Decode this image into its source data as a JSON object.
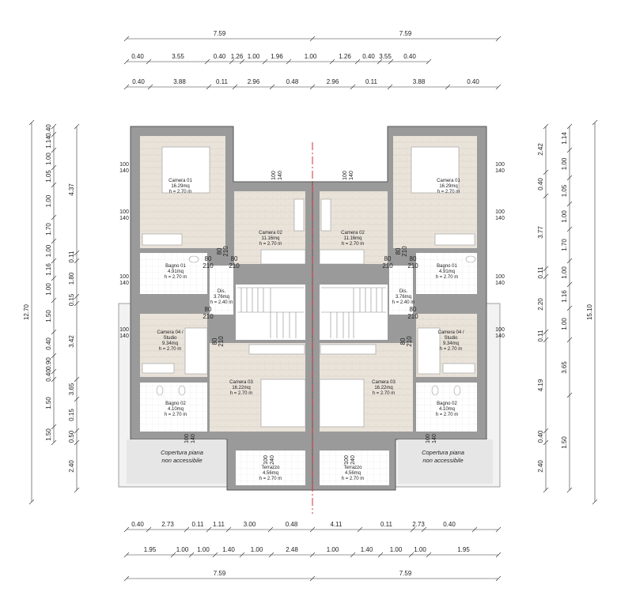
{
  "top_dims": {
    "row1": [
      "7.59",
      "7.59"
    ],
    "row2": [
      "0.40",
      "3.55",
      "0.40",
      "1.26",
      "1.00",
      "1.96",
      "1.00",
      "1.26",
      "0.40",
      "3.55",
      "0.40"
    ],
    "row3": [
      "0.40",
      "3.88",
      "0.11",
      "2.96",
      "0.48",
      "2.96",
      "0.11",
      "3.88",
      "0.40"
    ]
  },
  "bottom_dims": {
    "row1": [
      "0.40",
      "2.73",
      "0.11",
      "1.11",
      "3.00",
      "0.48",
      "4.11",
      "0.11",
      "2.73",
      "0.40"
    ],
    "row2": [
      "1.95",
      "1.00",
      "1.00",
      "1.40",
      "1.00",
      "2.48",
      "1.00",
      "1.40",
      "1.00",
      "1.00",
      "1.95"
    ],
    "row3": [
      "7.59",
      "7.59"
    ]
  },
  "left_dims": {
    "total": "12.70",
    "mid": [
      "4.37",
      "0.11",
      "1.80",
      "0.15",
      "3.42",
      "3.65",
      "0.15",
      "0.50",
      "2.40"
    ],
    "inner": [
      "0.40",
      "1.14",
      "1.00",
      "1.05",
      "1.00",
      "1.70",
      "1.00",
      "1.16",
      "1.00",
      "1.50",
      "0.40",
      "0.90",
      "0.40",
      "1.50",
      "1.50"
    ]
  },
  "right_dims": {
    "total": "15.10",
    "mid": [
      "2.42",
      "0.40",
      "3.77",
      "0.11",
      "2.20",
      "0.11",
      "4.19",
      "0.40",
      "2.40"
    ],
    "inner": [
      "1.14",
      "1.00",
      "1.05",
      "1.00",
      "1.70",
      "1.00",
      "1.16",
      "1.00",
      "3.65",
      "1.50"
    ]
  },
  "rooms_left": {
    "camera01": [
      "Camera 01",
      "16.29mq",
      "h = 2.70 m"
    ],
    "camera02": [
      "Camera 02",
      "11.16mq",
      "h = 2.70 m"
    ],
    "bagno01": [
      "Bagno 01",
      "4.91mq",
      "h = 2.70 m"
    ],
    "dis": [
      "Dis.",
      "3.76mq",
      "h = 2.40 m"
    ],
    "camera04": [
      "Camera 04 /",
      "Studio",
      "9.34mq",
      "h = 2.70 m"
    ],
    "camera03": [
      "Camera 03",
      "16.22mq",
      "h = 2.70 m"
    ],
    "bagno02": [
      "Bagno 02",
      "4.10mq",
      "h = 2.70 m"
    ],
    "terrazzo": [
      "Terrazzo",
      "4.56mq",
      "h = 2.70 m"
    ],
    "copertura": [
      "Copertura piana",
      "non accessibile"
    ]
  },
  "rooms_right": {
    "camera01": [
      "Camera 01",
      "16.29mq",
      "h = 2.70 m"
    ],
    "camera02": [
      "Camera 02",
      "11.16mq",
      "h = 2.70 m"
    ],
    "bagno01": [
      "Bagno 01",
      "4.91mq",
      "h = 2.70 m"
    ],
    "dis": [
      "Dis.",
      "3.76mq",
      "h = 2.40 m"
    ],
    "camera04": [
      "Camera 04 /",
      "Studio",
      "9.34mq",
      "h = 2.70 m"
    ],
    "camera03": [
      "Camera 03",
      "16.22mq",
      "h = 2.70 m"
    ],
    "bagno02": [
      "Bagno 02",
      "4.10mq",
      "h = 2.70 m"
    ],
    "terrazzo": [
      "Terrazzo",
      "4.56mq",
      "h = 2.70 m"
    ],
    "copertura": [
      "Copertura piana",
      "non accessibile"
    ]
  },
  "window_label": [
    "100",
    "140"
  ],
  "window_label_small": [
    "100",
    "240"
  ],
  "door_label": [
    "80",
    "210"
  ],
  "colors": {
    "wall": "#9a9a9a",
    "wall_edge": "#555555",
    "floor": "#e7e1d8",
    "bath_floor": "#ffffff",
    "roof": "#e6e6e6",
    "axis": "#d03030"
  }
}
